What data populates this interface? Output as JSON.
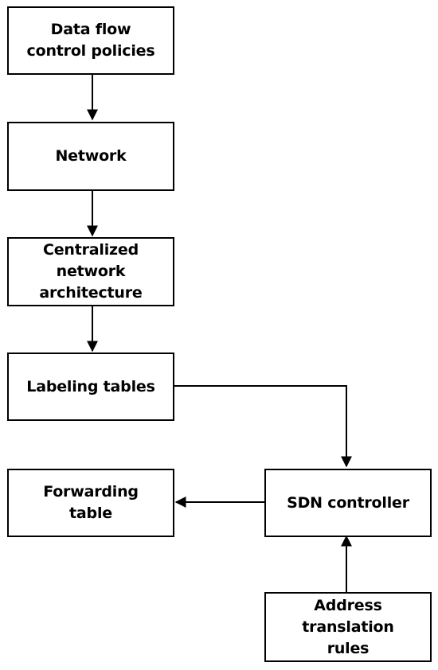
{
  "diagram": {
    "nodes": {
      "data_flow": {
        "label": "Data flow\ncontrol policies"
      },
      "network": {
        "label": "Network"
      },
      "centralized": {
        "label": "Centralized\nnetwork\narchitecture"
      },
      "labeling": {
        "label": "Labeling tables"
      },
      "forwarding": {
        "label": "Forwarding\ntable"
      },
      "sdn_controller": {
        "label": "SDN controller"
      },
      "address_translation": {
        "label": "Address\ntranslation\nrules"
      }
    },
    "edges": [
      {
        "from": "data_flow",
        "to": "network"
      },
      {
        "from": "network",
        "to": "centralized"
      },
      {
        "from": "centralized",
        "to": "labeling"
      },
      {
        "from": "labeling",
        "to": "sdn_controller"
      },
      {
        "from": "sdn_controller",
        "to": "forwarding"
      },
      {
        "from": "address_translation",
        "to": "sdn_controller"
      }
    ],
    "colors": {
      "stroke": "#000000",
      "fill": "#ffffff",
      "text": "#000000"
    }
  }
}
